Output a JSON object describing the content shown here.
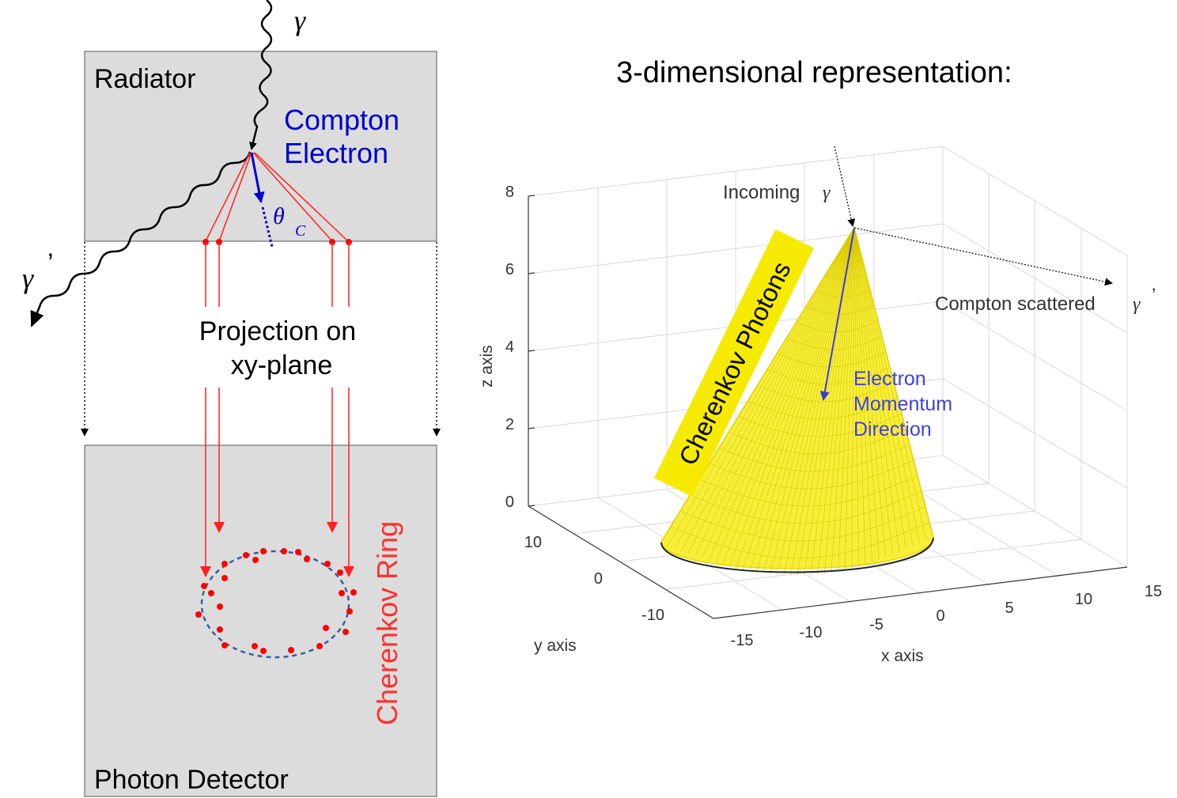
{
  "left_diagram": {
    "radiator_label": "Radiator",
    "compton_label_line1": "Compton",
    "compton_label_line2": "Electron",
    "incoming_gamma": "γ",
    "outgoing_gamma": "γ",
    "outgoing_prime": "’",
    "theta_symbol": "θ",
    "theta_subscript": "C",
    "projection_line1": "Projection on",
    "projection_line2": "xy-plane",
    "ring_label": "Cherenkov Ring",
    "detector_label": "Photon Detector"
  },
  "right_diagram": {
    "title": "3-dimensional representation:",
    "incoming_label": "Incoming",
    "incoming_gamma": "γ",
    "scattered_label": "Compton scattered",
    "scattered_gamma": "γ",
    "scattered_prime": "’",
    "photons_label": "Cherenkov Photons",
    "electron_line1": "Electron",
    "electron_line2": "Momentum",
    "electron_line3": "Direction",
    "z_axis_label": "z axis",
    "y_axis_label": "y axis",
    "x_axis_label": "x axis",
    "z_ticks": [
      "8",
      "6",
      "4",
      "2",
      "0"
    ],
    "y_ticks": [
      "10",
      "0",
      "-10"
    ],
    "x_ticks": [
      "-15",
      "-10",
      "-5",
      "0",
      "5",
      "10",
      "15"
    ]
  },
  "colors": {
    "radiator_fill": "#dcdcdc",
    "electron_blue": "#0000cc",
    "cherenkov_red": "#ff2020",
    "ring_dash": "#3a5f9a",
    "cone_yellow": "#f5ea00",
    "arrow_blue": "#3a3ae0"
  }
}
